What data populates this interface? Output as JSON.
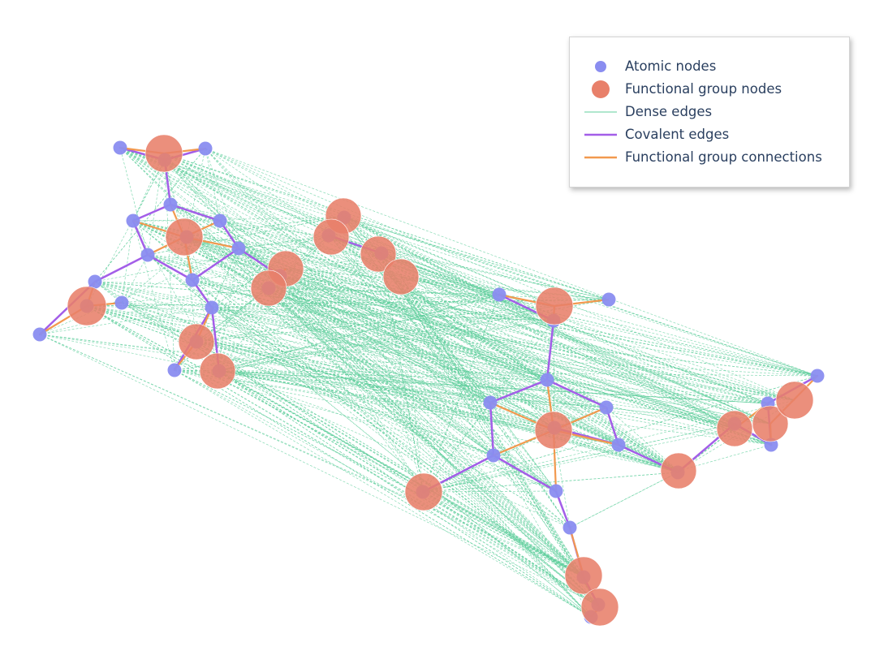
{
  "legend": {
    "atomic_nodes": "Atomic nodes",
    "functional_group_nodes": "Functional group nodes",
    "dense_edges": "Dense edges",
    "covalent_edges": "Covalent edges",
    "functional_group_connections": "Functional group connections"
  },
  "colors": {
    "atomic_node": "#8a8df0",
    "functional_group_node": "#e8806a",
    "dense_edge": "#62cf9d",
    "covalent_edge": "#a35ee8",
    "fg_connection": "#f2994f",
    "legend_text": "#2a3f5f"
  }
}
